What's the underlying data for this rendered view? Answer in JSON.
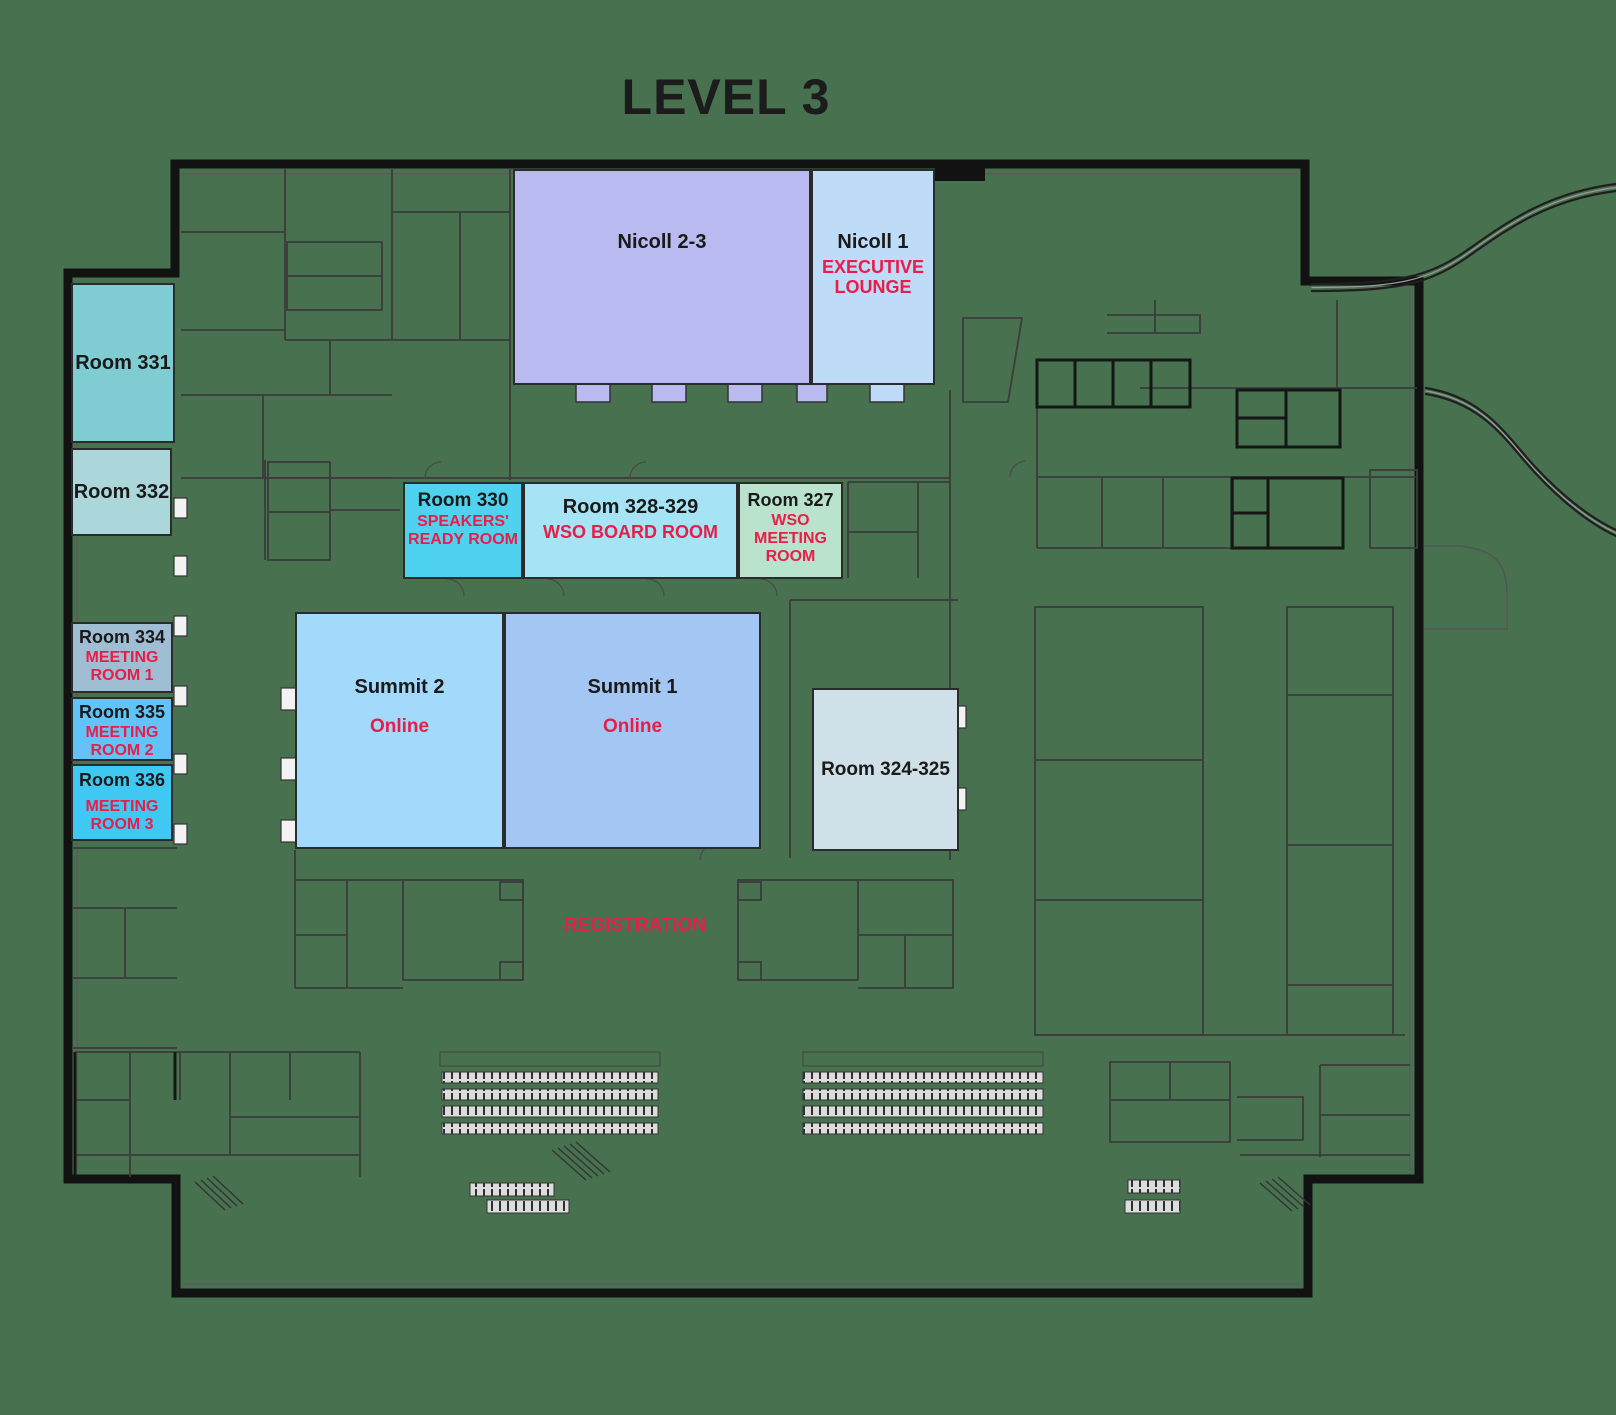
{
  "title": "LEVEL 3",
  "colors": {
    "background": "#47714F",
    "outer_wall": "#121212",
    "partition_wall": "#3C3C3C",
    "room_name_text": "#1A1A1A",
    "highlight_text": "#E91D49"
  },
  "rooms": {
    "nicoll_2_3": {
      "name": "Nicoll 2-3",
      "sublabel": "",
      "fill": "#B8BAF0"
    },
    "nicoll_1": {
      "name": "Nicoll 1",
      "sublabel": "EXECUTIVE LOUNGE",
      "fill": "#BEDCF8"
    },
    "room_331": {
      "name": "Room 331",
      "sublabel": "",
      "fill": "#7FCCD3"
    },
    "room_332": {
      "name": "Room 332",
      "sublabel": "",
      "fill": "#ABD7DB"
    },
    "room_330": {
      "name": "Room 330",
      "sublabel": "SPEAKERS' READY ROOM",
      "fill": "#4ED2F0"
    },
    "room_328_329": {
      "name": "Room 328-329",
      "sublabel": "WSO BOARD ROOM",
      "fill": "#A5E3F5"
    },
    "room_327": {
      "name": "Room 327",
      "sublabel": "WSO MEETING ROOM",
      "fill": "#B9E3CD"
    },
    "room_334": {
      "name": "Room 334",
      "sublabel": "MEETING ROOM 1",
      "fill": "#9FBDD3"
    },
    "room_335": {
      "name": "Room 335",
      "sublabel": "MEETING ROOM 2",
      "fill": "#61C3F7"
    },
    "room_336": {
      "name": "Room 336",
      "sublabel": "MEETING ROOM 3",
      "fill": "#3FC9F2"
    },
    "summit_2": {
      "name": "Summit 2",
      "sublabel": "Online",
      "fill": "#A3D9FA"
    },
    "summit_1": {
      "name": "Summit 1",
      "sublabel": "Online",
      "fill": "#A4C6F2"
    },
    "room_324_325": {
      "name": "Room 324-325",
      "sublabel": "",
      "fill": "#CFE0E9"
    }
  },
  "annotations": {
    "registration": "REGISTRATION"
  }
}
